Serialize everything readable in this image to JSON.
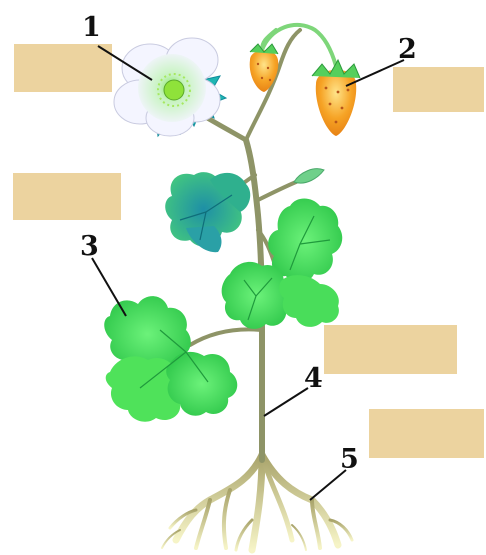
{
  "labels": [
    "1",
    "2",
    "3",
    "4",
    "5"
  ],
  "colors": {
    "blank_box": "#ecd39f",
    "stem": "#8e9467",
    "leaf_green": "#4fe25a",
    "leaf_teal": "#1f9a8e",
    "fruit": "#f29a22",
    "flower_petal": "#f2f4ff",
    "sepal": "#1fb6b2",
    "root": "#f1efb7",
    "pointer_line": "#111111"
  },
  "icons": [
    "strawberry-flower-icon",
    "strawberry-fruit-icon",
    "compound-leaf-icon",
    "stem-icon",
    "roots-icon"
  ]
}
